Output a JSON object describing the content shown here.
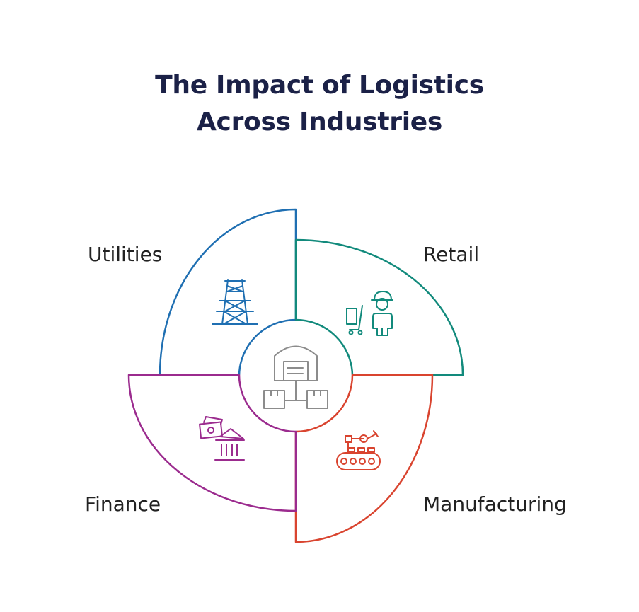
{
  "title": {
    "line1": "The Impact of Logistics",
    "line2": "Across Industries"
  },
  "center": {
    "icon": "warehouse-network-icon"
  },
  "segments": [
    {
      "id": "utilities",
      "label": "Utilities",
      "icon": "transmission-tower-icon",
      "color": "#1f6fb2"
    },
    {
      "id": "retail",
      "label": "Retail",
      "icon": "delivery-worker-cart-icon",
      "color": "#128a7c"
    },
    {
      "id": "manufacturing",
      "label": "Manufacturing",
      "icon": "robotic-arm-conveyor-icon",
      "color": "#d9442f"
    },
    {
      "id": "finance",
      "label": "Finance",
      "icon": "money-bank-icon",
      "color": "#9b2b8e"
    }
  ],
  "colors": {
    "title": "#1b2147",
    "label": "#222222",
    "center_icon": "#8c8c8c"
  }
}
